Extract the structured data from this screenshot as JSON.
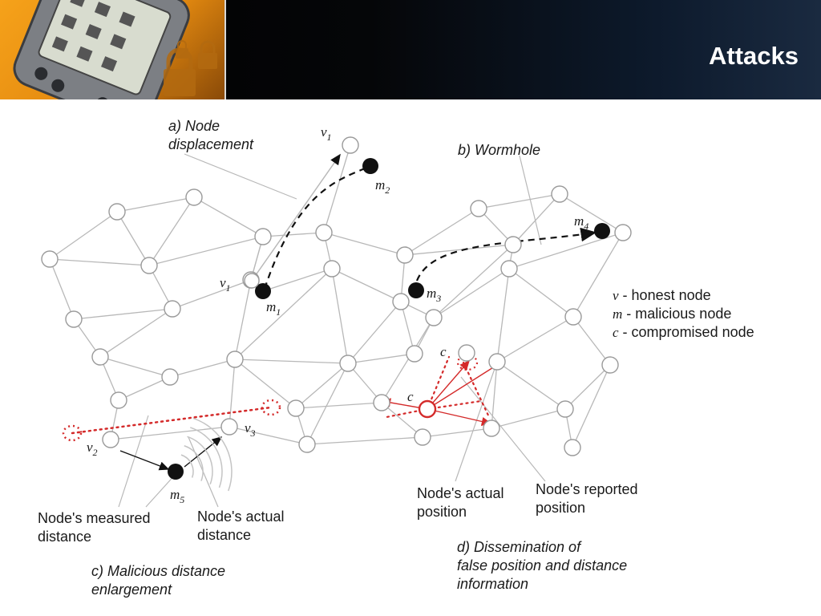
{
  "slide": {
    "title": "Attacks"
  },
  "header_image": {
    "icon": "pda-with-padlocks"
  },
  "panels": {
    "a": [
      "a) Node",
      "displacement"
    ],
    "b": [
      "b) Wormhole"
    ],
    "c": [
      "c) Malicious distance",
      "enlargement"
    ],
    "d": [
      "d) Dissemination of",
      "false position and distance",
      "information"
    ]
  },
  "legend": [
    {
      "symbol": "v",
      "text": "- honest node"
    },
    {
      "symbol": "m",
      "text": "- malicious node"
    },
    {
      "symbol": "c",
      "text": "- compromised node"
    }
  ],
  "callouts": {
    "measured": [
      "Node's measured",
      "distance"
    ],
    "actual_distance": [
      "Node's actual",
      "distance"
    ],
    "actual_position": [
      "Node's actual",
      "position"
    ],
    "reported_position": [
      "Node's reported",
      "position"
    ]
  },
  "symbols": {
    "v1_top": {
      "base": "v",
      "sub": "1"
    },
    "v1_left": {
      "base": "v",
      "sub": "1"
    },
    "v2": {
      "base": "v",
      "sub": "2"
    },
    "v3": {
      "base": "v",
      "sub": "3"
    },
    "m1": {
      "base": "m",
      "sub": "1"
    },
    "m2": {
      "base": "m",
      "sub": "2"
    },
    "m3": {
      "base": "m",
      "sub": "3"
    },
    "m4": {
      "base": "m",
      "sub": "4"
    },
    "m5": {
      "base": "m",
      "sub": "5"
    },
    "c_top": {
      "base": "c",
      "sub": ""
    },
    "c_mid": {
      "base": "c",
      "sub": ""
    }
  },
  "colors": {
    "edge": "#b8b8b8",
    "node_stroke": "#9a9a9a",
    "malicious": "#111111",
    "compromised": "#d42a2a"
  }
}
